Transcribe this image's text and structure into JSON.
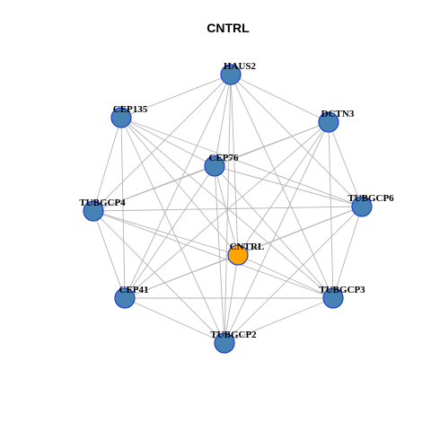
{
  "title": "CNTRL",
  "colors": {
    "node_fill": "#4682b4",
    "node_stroke": "#1f3fd1",
    "center_fill": "#ffa500",
    "center_stroke": "#1f3fd1",
    "edge": "#b4b4b4"
  },
  "nodes": [
    {
      "id": "HAUS2",
      "label": "HAUS2"
    },
    {
      "id": "CEP135",
      "label": "CEP135"
    },
    {
      "id": "DCTN3",
      "label": "DCTN3"
    },
    {
      "id": "CEP76",
      "label": "CEP76"
    },
    {
      "id": "TUBGCP4",
      "label": "TUBGCP4"
    },
    {
      "id": "TUBGCP6",
      "label": "TUBGCP6"
    },
    {
      "id": "CNTRL",
      "label": "CNTRL",
      "highlight": true
    },
    {
      "id": "CEP41",
      "label": "CEP41"
    },
    {
      "id": "TUBGCP3",
      "label": "TUBGCP3"
    },
    {
      "id": "TUBGCP2",
      "label": "TUBGCP2"
    }
  ],
  "edges": [
    [
      "HAUS2",
      "CEP135"
    ],
    [
      "HAUS2",
      "DCTN3"
    ],
    [
      "HAUS2",
      "CEP76"
    ],
    [
      "HAUS2",
      "TUBGCP4"
    ],
    [
      "HAUS2",
      "TUBGCP6"
    ],
    [
      "HAUS2",
      "CNTRL"
    ],
    [
      "HAUS2",
      "CEP41"
    ],
    [
      "HAUS2",
      "TUBGCP3"
    ],
    [
      "HAUS2",
      "TUBGCP2"
    ],
    [
      "CEP135",
      "CEP76"
    ],
    [
      "CEP135",
      "TUBGCP4"
    ],
    [
      "CEP135",
      "TUBGCP6"
    ],
    [
      "CEP135",
      "CNTRL"
    ],
    [
      "CEP135",
      "CEP41"
    ],
    [
      "CEP135",
      "TUBGCP3"
    ],
    [
      "CEP135",
      "TUBGCP2"
    ],
    [
      "DCTN3",
      "CEP76"
    ],
    [
      "DCTN3",
      "TUBGCP4"
    ],
    [
      "DCTN3",
      "TUBGCP6"
    ],
    [
      "DCTN3",
      "CNTRL"
    ],
    [
      "DCTN3",
      "CEP41"
    ],
    [
      "DCTN3",
      "TUBGCP3"
    ],
    [
      "DCTN3",
      "TUBGCP2"
    ],
    [
      "CEP76",
      "TUBGCP4"
    ],
    [
      "CEP76",
      "TUBGCP6"
    ],
    [
      "CEP76",
      "CNTRL"
    ],
    [
      "CEP76",
      "CEP41"
    ],
    [
      "CEP76",
      "TUBGCP3"
    ],
    [
      "CEP76",
      "TUBGCP2"
    ],
    [
      "TUBGCP4",
      "TUBGCP6"
    ],
    [
      "TUBGCP4",
      "CNTRL"
    ],
    [
      "TUBGCP4",
      "CEP41"
    ],
    [
      "TUBGCP4",
      "TUBGCP3"
    ],
    [
      "TUBGCP4",
      "TUBGCP2"
    ],
    [
      "TUBGCP6",
      "CNTRL"
    ],
    [
      "TUBGCP6",
      "CEP41"
    ],
    [
      "TUBGCP6",
      "TUBGCP3"
    ],
    [
      "TUBGCP6",
      "TUBGCP2"
    ],
    [
      "CNTRL",
      "CEP41"
    ],
    [
      "CNTRL",
      "TUBGCP3"
    ],
    [
      "CNTRL",
      "TUBGCP2"
    ],
    [
      "CEP41",
      "TUBGCP3"
    ],
    [
      "CEP41",
      "TUBGCP2"
    ],
    [
      "TUBGCP3",
      "TUBGCP2"
    ]
  ]
}
